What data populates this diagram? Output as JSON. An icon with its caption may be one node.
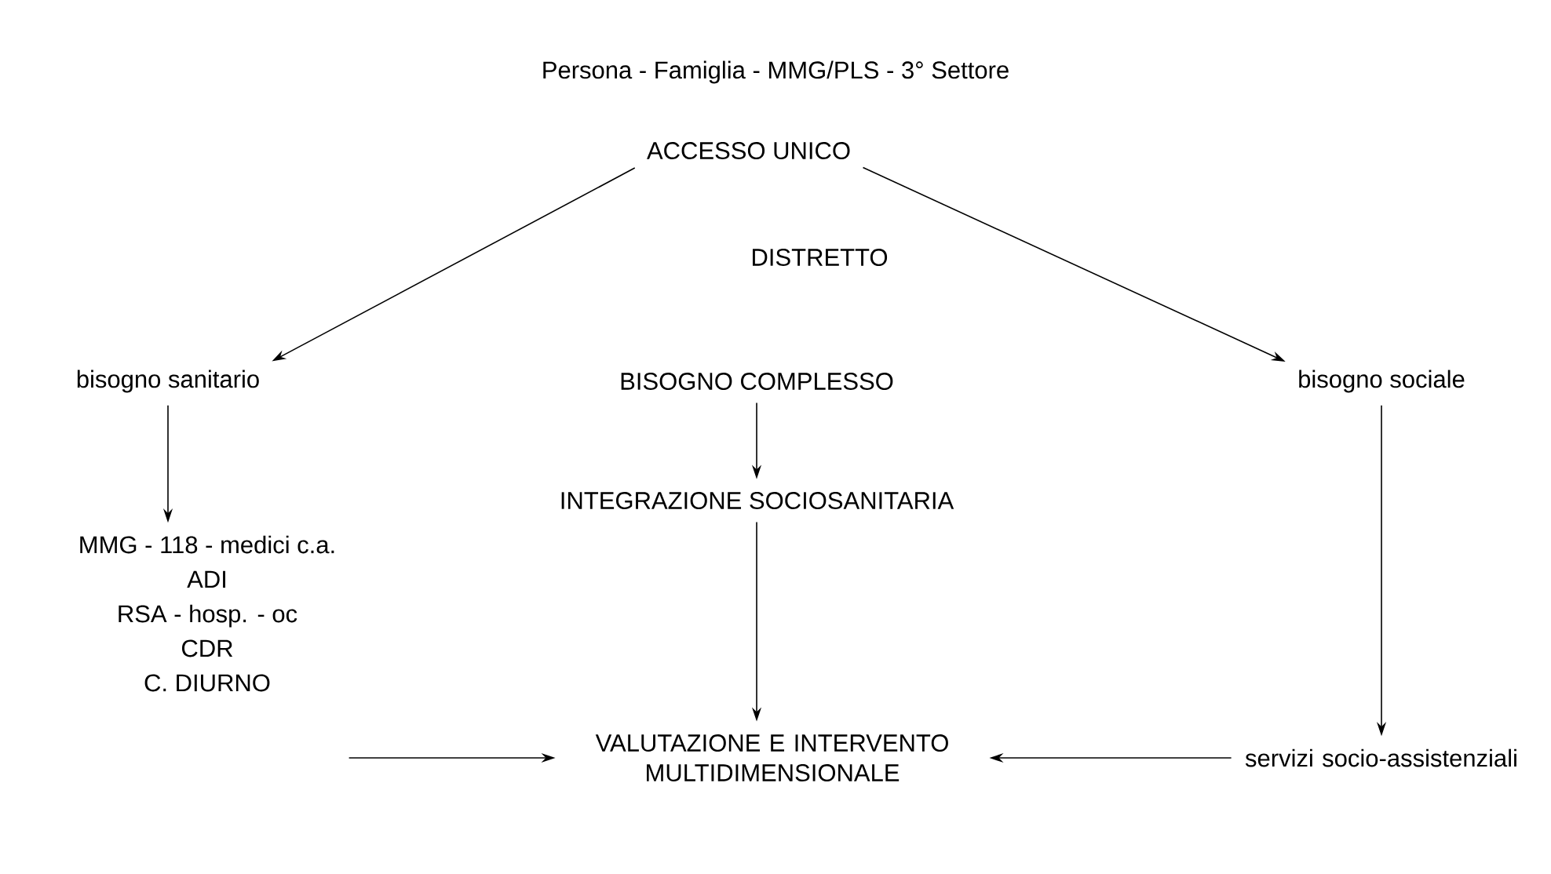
{
  "diagram": {
    "title": "Persona - Famiglia - MMG/PLS - 3° Settore",
    "nodes": [
      {
        "text": [
          "ACCESSO UNICO"
        ]
      },
      {
        "text": [
          "bisogno sanitario"
        ]
      },
      {
        "text": [
          "BISOGNO COMPLESSO"
        ]
      },
      {
        "text": [
          "bisogno sociale"
        ]
      },
      {
        "text": [
          "MMG - 118 - medici c.a.",
          "ADI",
          "RSA - hosp. - oc",
          "CDR",
          "C. DIURNO"
        ]
      },
      {
        "text": [
          "INTEGRAZIONE SOCIOSANITARIA"
        ]
      },
      {
        "text": [
          "VALUTAZIONE E INTERVENTO MULTIDIMENSIONALE"
        ]
      },
      {
        "text": [
          "servizi socio-assistenziali"
        ]
      }
    ],
    "edges": [
      {
        "from": 0,
        "to": 1,
        "arrow": "to"
      },
      {
        "from": 0,
        "to": 3,
        "arrow": "to"
      },
      {
        "from": 1,
        "to": 4,
        "arrow": "to"
      },
      {
        "from": 2,
        "to": 5,
        "arrow": "to"
      },
      {
        "from": 3,
        "to": 7,
        "arrow": "to"
      },
      {
        "from": 5,
        "to": 6,
        "arrow": "to"
      },
      {
        "from": 4,
        "to": 6,
        "arrow": "to"
      },
      {
        "from": 7,
        "to": 6,
        "arrow": "to"
      }
    ],
    "labels": [
      "DISTRETTO"
    ]
  }
}
